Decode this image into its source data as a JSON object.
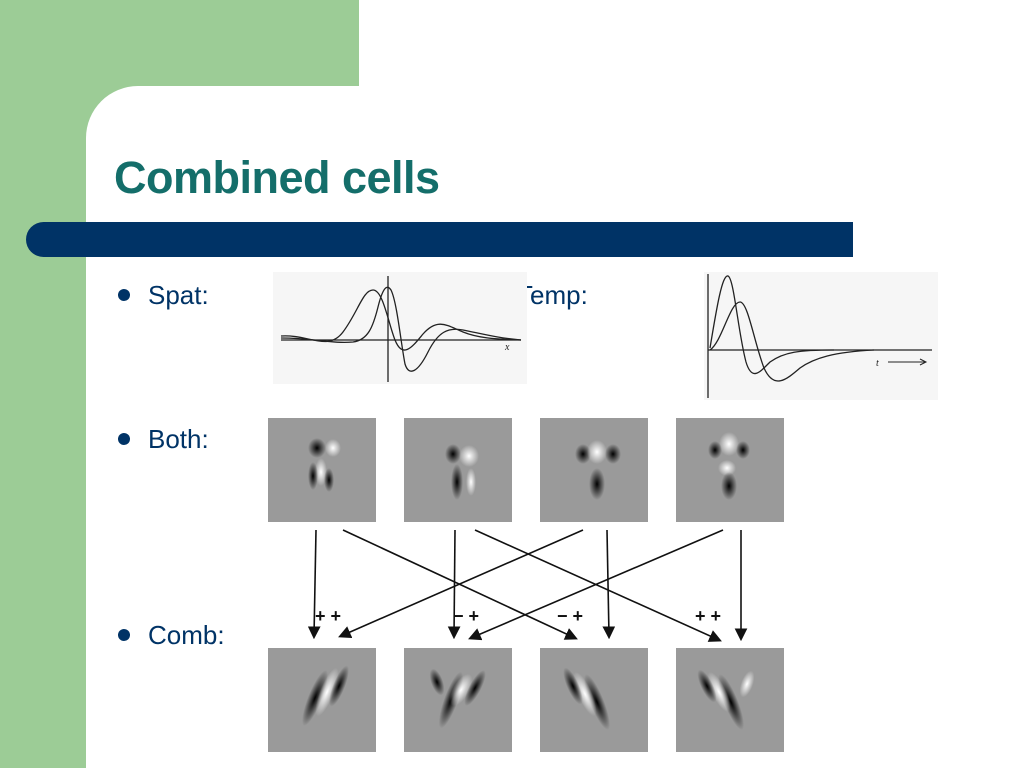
{
  "slide": {
    "title": "Combined cells",
    "colors": {
      "background_band": "#9ccc96",
      "title": "#146e6a",
      "bar": "#003366",
      "text": "#003366"
    }
  },
  "bullets": [
    {
      "label": "Spat:"
    },
    {
      "label": "Temp:"
    },
    {
      "label": "Both:"
    },
    {
      "label": "Comb:"
    }
  ],
  "figures": {
    "spatial_plot": {
      "axis_label": "x"
    },
    "temporal_plot": {
      "axis_label": "t"
    },
    "combination_diagram": {
      "sign_labels": [
        "+ +",
        "− +",
        "− +",
        "+ +"
      ]
    }
  }
}
